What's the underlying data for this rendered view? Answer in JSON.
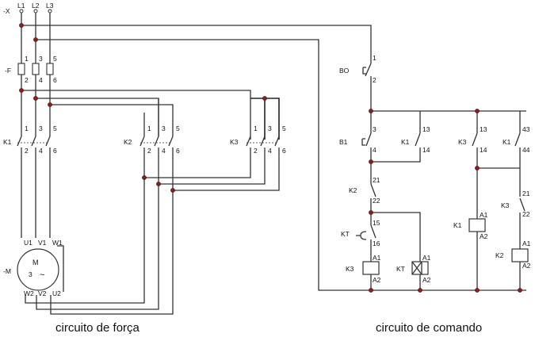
{
  "power_circuit": {
    "terminal_tag": "-X",
    "lines": [
      "L1",
      "L2",
      "L3"
    ],
    "fuse_tag": "-F",
    "fuse_numbers": [
      "1",
      "3",
      "5",
      "2",
      "4",
      "6"
    ],
    "k1_tag": "K1",
    "k2_tag": "K2",
    "k3_tag": "K3",
    "contact_numbers": [
      "1",
      "3",
      "5",
      "2",
      "4",
      "6"
    ],
    "motor_tag": "-M",
    "motor_letter": "M",
    "motor_phases": "3",
    "motor_ac": "~",
    "motor_terminals_top": [
      "U1",
      "V1",
      "W1"
    ],
    "motor_terminals_bottom": [
      "W2",
      "V2",
      "U2"
    ],
    "caption": "circuito de força"
  },
  "control_circuit": {
    "bo": {
      "tag": "BO",
      "top": "1",
      "bottom": "2"
    },
    "b1": {
      "tag": "B1",
      "top": "3",
      "bottom": "4"
    },
    "k1_seal": {
      "tag": "K1",
      "top": "13",
      "bottom": "14"
    },
    "k3_aux": {
      "tag": "K3",
      "top": "13",
      "bottom": "14"
    },
    "k1_aux": {
      "tag": "K1",
      "top": "43",
      "bottom": "44"
    },
    "k2_nc": {
      "tag": "K2",
      "top": "21",
      "bottom": "22"
    },
    "kt_contact": {
      "tag": "KT",
      "top": "15",
      "bottom": "16"
    },
    "k3_nc": {
      "tag": "K3",
      "top": "21",
      "bottom": "22"
    },
    "coil_k3": {
      "tag": "K3",
      "top": "A1",
      "bottom": "A2"
    },
    "coil_kt": {
      "tag": "KT",
      "top": "A1",
      "bottom": "A2"
    },
    "coil_k1": {
      "tag": "K1",
      "top": "A1",
      "bottom": "A2"
    },
    "coil_k2": {
      "tag": "K2",
      "top": "A1",
      "bottom": "A2"
    },
    "caption": "circuito de comando"
  }
}
